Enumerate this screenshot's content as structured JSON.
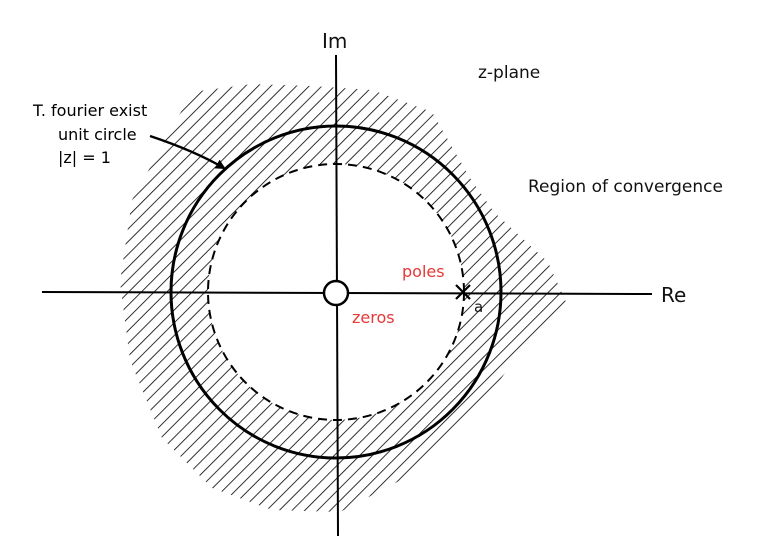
{
  "labels": {
    "im_axis": "Im",
    "re_axis": "Re",
    "plane": "z-plane",
    "region": "Region of convergence",
    "annotation_line1": "T. fourier exist",
    "annotation_line2": "unit circle",
    "annotation_line3": "|z| = 1",
    "poles": "poles",
    "zeros": "zeros",
    "pole_value": "a"
  },
  "colors": {
    "ink": "#000000",
    "annotation_red": "#e53935"
  }
}
